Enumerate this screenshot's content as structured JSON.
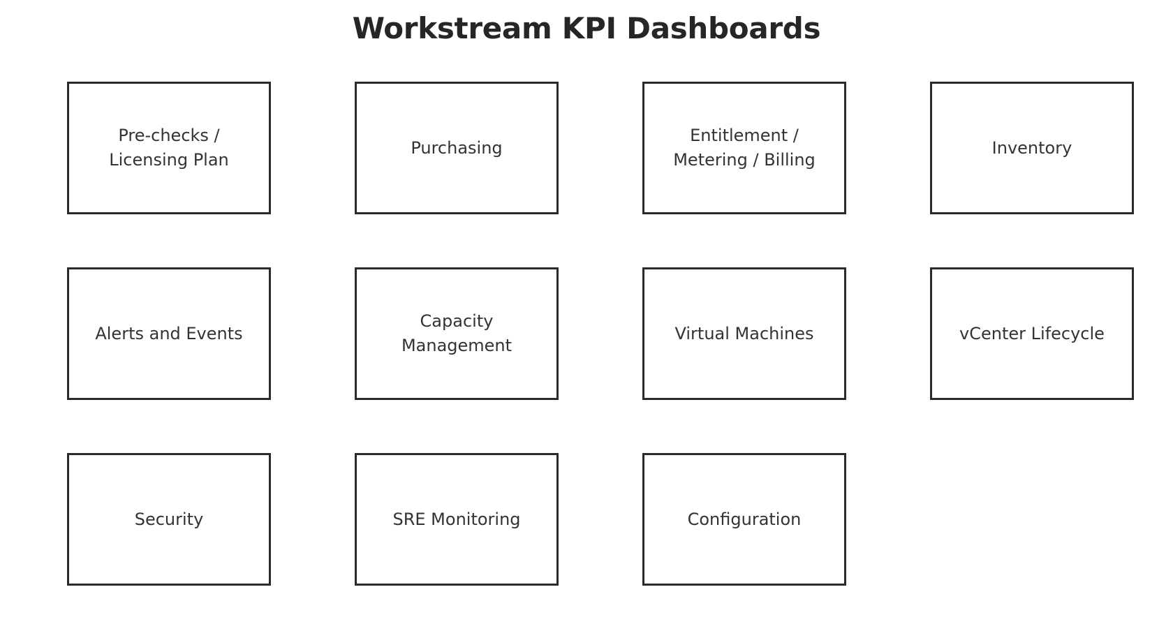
{
  "page": {
    "title": "Workstream KPI Dashboards",
    "background_color": "#ffffff",
    "title_color": "#262626",
    "card_border_color": "#2b2b2b",
    "card_background_color": "#ffffff",
    "card_label_color": "#333333"
  },
  "grid": {
    "columns": 4,
    "rows": 3,
    "card_count": 11,
    "cards": [
      {
        "id": "pre-checks-licensing-plan",
        "label": "Pre-checks /\nLicensing Plan",
        "row": 1,
        "column": 1
      },
      {
        "id": "purchasing",
        "label": "Purchasing",
        "row": 1,
        "column": 2
      },
      {
        "id": "entitlement-metering-billing",
        "label": "Entitlement /\nMetering / Billing",
        "row": 1,
        "column": 3
      },
      {
        "id": "inventory",
        "label": "Inventory",
        "row": 1,
        "column": 4
      },
      {
        "id": "alerts-and-events",
        "label": "Alerts and Events",
        "row": 2,
        "column": 1
      },
      {
        "id": "capacity-management",
        "label": "Capacity\nManagement",
        "row": 2,
        "column": 2
      },
      {
        "id": "virtual-machines",
        "label": "Virtual Machines",
        "row": 2,
        "column": 3
      },
      {
        "id": "vcenter-lifecycle",
        "label": "vCenter Lifecycle",
        "row": 2,
        "column": 4
      },
      {
        "id": "security",
        "label": "Security",
        "row": 3,
        "column": 1
      },
      {
        "id": "sre-monitoring",
        "label": "SRE Monitoring",
        "row": 3,
        "column": 2
      },
      {
        "id": "configuration",
        "label": "Configuration",
        "row": 3,
        "column": 3
      }
    ]
  }
}
